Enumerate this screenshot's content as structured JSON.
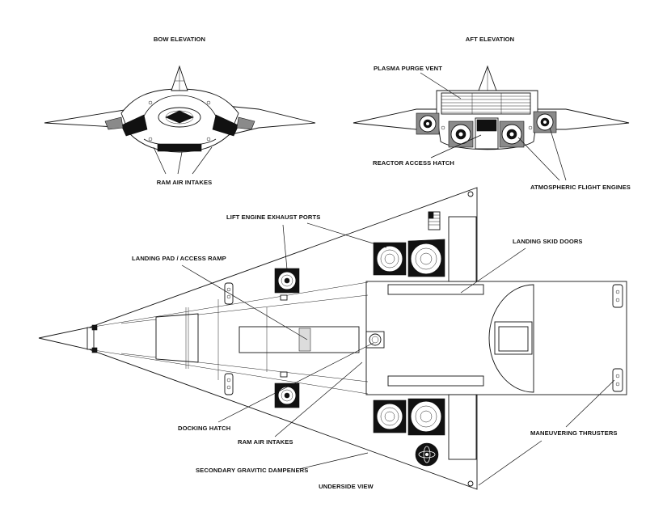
{
  "views": {
    "bow": "BOW ELEVATION",
    "aft": "AFT ELEVATION",
    "underside": "UNDERSIDE VIEW"
  },
  "callouts": {
    "ram_air_intakes_bow": "RAM AIR INTAKES",
    "plasma_purge_vent": "PLASMA PURGE VENT",
    "reactor_access_hatch": "REACTOR ACCESS HATCH",
    "atmospheric_flight_engines": "ATMOSPHERIC FLIGHT ENGINES",
    "lift_engine_exhaust_ports": "LIFT ENGINE EXHAUST PORTS",
    "landing_skid_doors": "LANDING SKID DOORS",
    "landing_pad_access_ramp": "LANDING PAD / ACCESS RAMP",
    "docking_hatch": "DOCKING HATCH",
    "ram_air_intakes_under": "RAM AIR INTAKES",
    "secondary_gravitic_dampeners": "SECONDARY GRAVITIC DAMPENERS",
    "maneuvering_thrusters": "MANEUVERING THRUSTERS"
  },
  "colors": {
    "ink": "#111111",
    "paper": "#ffffff",
    "tone": "#8a8a8a"
  }
}
